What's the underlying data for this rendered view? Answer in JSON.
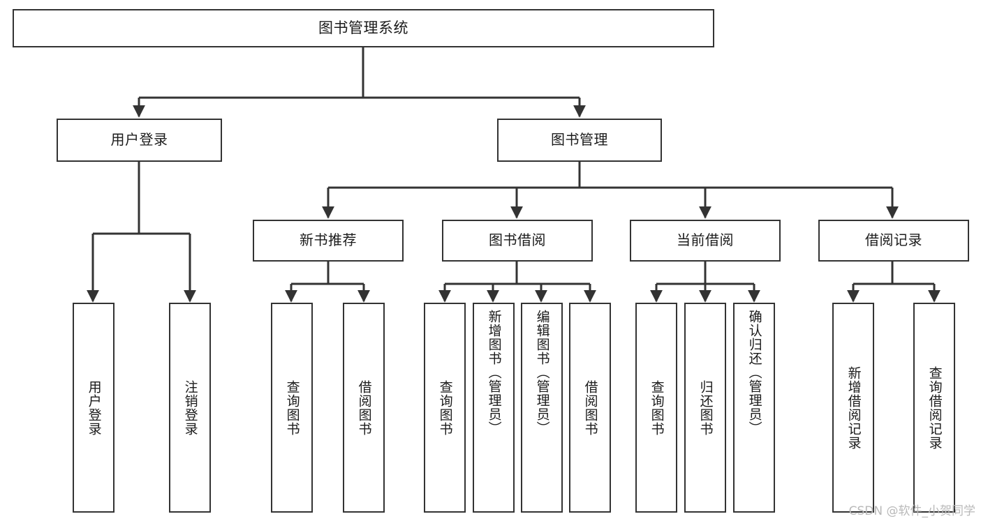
{
  "diagram": {
    "title": "图书管理系统",
    "watermark": "CSDN @软件_小贺同学",
    "line_color": "#333333",
    "box_border_color": "#333333",
    "box_fill_color": "#ffffff",
    "text_color": "#1b1b1b",
    "watermark_color": "#b9b9b9"
  },
  "nodes": {
    "root": {
      "label": "图书管理系统"
    },
    "level2": [
      {
        "label": "用户登录"
      },
      {
        "label": "图书管理"
      }
    ],
    "level3": [
      {
        "label": "新书推荐"
      },
      {
        "label": "图书借阅"
      },
      {
        "label": "当前借阅"
      },
      {
        "label": "借阅记录"
      }
    ],
    "leaves": {
      "user_login": [
        {
          "label": "用户登录"
        },
        {
          "label": "注销登录"
        }
      ],
      "new_book_recommend": [
        {
          "label": "查询图书"
        },
        {
          "label": "借阅图书"
        }
      ],
      "book_borrow": [
        {
          "label": "查询图书"
        },
        {
          "label": "新增图书（管理员）"
        },
        {
          "label": "编辑图书（管理员）"
        },
        {
          "label": "借阅图书"
        }
      ],
      "current_borrow": [
        {
          "label": "查询图书"
        },
        {
          "label": "归还图书"
        },
        {
          "label": "确认归还（管理员）"
        }
      ],
      "borrow_records": [
        {
          "label": "新增借阅记录"
        },
        {
          "label": "查询借阅记录"
        }
      ]
    }
  }
}
